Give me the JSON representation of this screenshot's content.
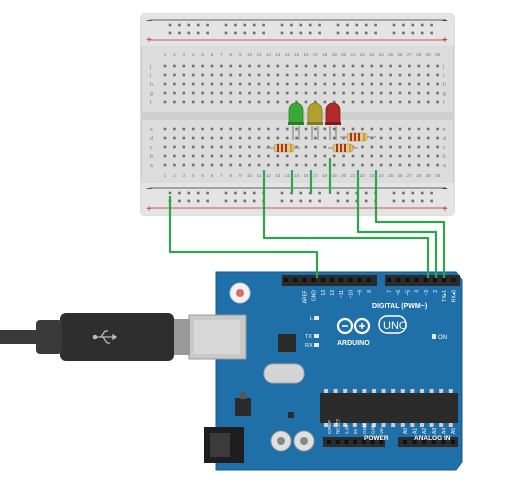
{
  "breadboard": {
    "rail_minus": "−",
    "rail_plus": "+",
    "column_numbers": [
      "1",
      "2",
      "3",
      "4",
      "5",
      "6",
      "7",
      "8",
      "9",
      "10",
      "11",
      "12",
      "13",
      "14",
      "15",
      "16",
      "17",
      "18",
      "19",
      "20",
      "21",
      "22",
      "23",
      "24",
      "25",
      "26",
      "27",
      "28",
      "29",
      "30"
    ],
    "top_row_letters": [
      "j",
      "i",
      "h",
      "g",
      "f"
    ],
    "bottom_row_letters": [
      "e",
      "d",
      "c",
      "b",
      "a"
    ]
  },
  "leds": [
    {
      "name": "green-led",
      "color": "#3aa935"
    },
    {
      "name": "yellow-led",
      "color": "#b0a030"
    },
    {
      "name": "red-led",
      "color": "#b02a2a"
    }
  ],
  "wire_color": "#2ea44f",
  "arduino": {
    "board_color": "#1f6fa8",
    "logo_text": "ARDUINO",
    "uno_text": "UNO",
    "on_label": "ON",
    "l_label": "L",
    "tx_label": "TX",
    "rx_label": "RX",
    "digital_label": "DIGITAL (PWM~)",
    "power_label": "POWER",
    "analog_label": "ANALOG IN",
    "top_pins": [
      "AREF",
      "GND",
      "13",
      "12",
      "~11",
      "~10",
      "~9",
      "8",
      "7",
      "~6",
      "~5",
      "4",
      "~3",
      "2",
      "TX▸1",
      "RX◂0"
    ],
    "power_pins": [
      "IOREF",
      "RESET",
      "3.3V",
      "5V",
      "GND",
      "GND",
      "Vin"
    ],
    "analog_pins": [
      "A0",
      "A1",
      "A2",
      "A3",
      "A4",
      "A5"
    ]
  }
}
